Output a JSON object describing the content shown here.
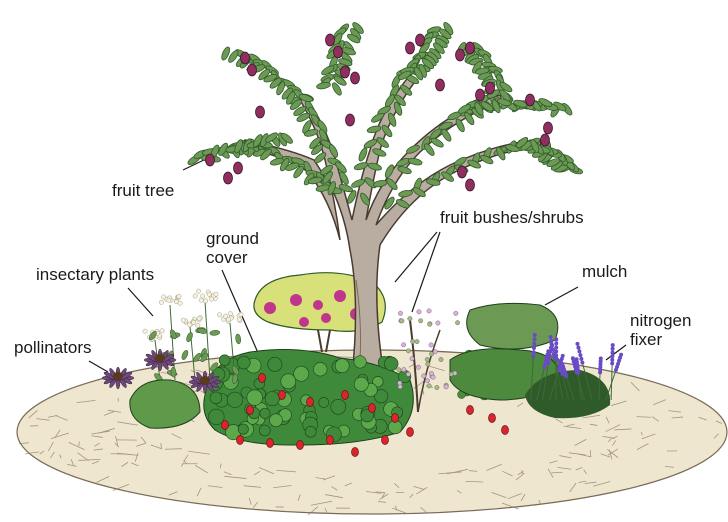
{
  "labels": {
    "fruit_tree": "fruit tree",
    "fruit_bushes": "fruit bushes/shrubs",
    "ground_cover_1": "ground",
    "ground_cover_2": "cover",
    "insectary": "insectary plants",
    "mulch": "mulch",
    "nitrogen_1": "nitrogen",
    "nitrogen_2": "fixer",
    "pollinators": "pollinators"
  },
  "colors": {
    "trunk": "#b9ada2",
    "trunk_outline": "#4a3b2f",
    "leaf": "#6c9a55",
    "leaf_dark": "#2f5a2a",
    "fruit": "#8e2f5f",
    "berry": "#d9262e",
    "mulch": "#efe6cf",
    "mulch_line": "#7a6a58",
    "lavender": "#6a4bc7",
    "echinacea": "#6e4a7a",
    "bush_bg": "#d8e07a"
  }
}
